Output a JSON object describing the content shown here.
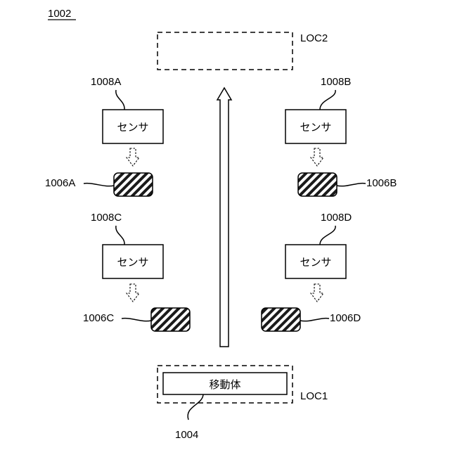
{
  "figure": {
    "figure_ref": "1002"
  },
  "locations": {
    "loc2": "LOC2",
    "loc1": "LOC1"
  },
  "moving_body": {
    "ref": "1004",
    "label": "移動体"
  },
  "sensors": [
    {
      "id": "A",
      "ref": "1008A",
      "label": "センサ"
    },
    {
      "id": "B",
      "ref": "1008B",
      "label": "センサ"
    },
    {
      "id": "C",
      "ref": "1008C",
      "label": "センサ"
    },
    {
      "id": "D",
      "ref": "1008D",
      "label": "センサ"
    }
  ],
  "markers": [
    {
      "id": "A",
      "ref": "1006A"
    },
    {
      "id": "B",
      "ref": "1006B"
    },
    {
      "id": "C",
      "ref": "1006C"
    },
    {
      "id": "D",
      "ref": "1006D"
    }
  ]
}
